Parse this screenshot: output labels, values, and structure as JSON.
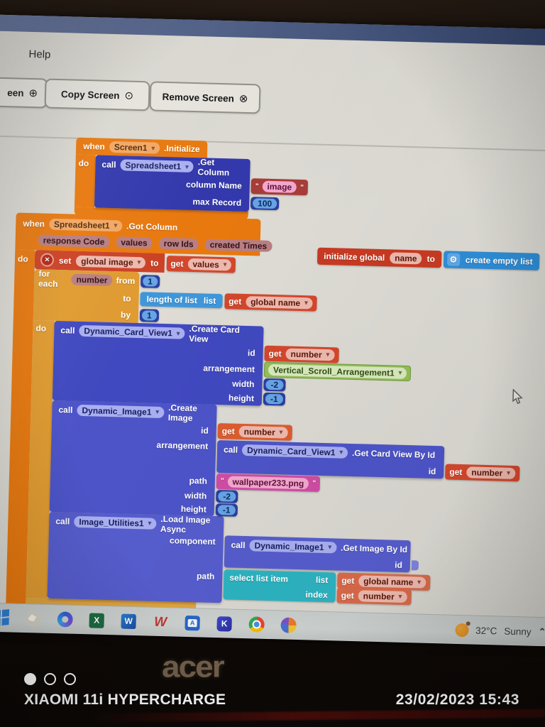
{
  "menubar": {
    "help": "Help"
  },
  "toolbar": {
    "screen_partial": {
      "label": "een",
      "icon": "⊕"
    },
    "copy": {
      "label": "Copy Screen",
      "icon": "⊙"
    },
    "remove": {
      "label": "Remove Screen",
      "icon": "⊗"
    }
  },
  "blocks": {
    "screen_init": {
      "kw_when": "when",
      "component": "Screen1",
      "event": ".Initialize",
      "kw_do": "do",
      "call": {
        "kw": "call",
        "component": "Spreadsheet1",
        "method": ".Get Column",
        "p1": "column Name",
        "p2": "max Record",
        "v1": {
          "q": "\"",
          "text": "image"
        },
        "v2": "100"
      }
    },
    "got_column": {
      "kw_when": "when",
      "component": "Spreadsheet1",
      "event": ".Got Column",
      "params": [
        "response Code",
        "values",
        "row Ids",
        "created Times"
      ],
      "kw_do": "do",
      "set": {
        "kw_set": "set",
        "variable": "global image",
        "kw_to": "to",
        "get_kw": "get",
        "get_var": "values"
      },
      "foreach": {
        "kw": "for each",
        "variable": "number",
        "kw_from": "from",
        "from_val": "1",
        "kw_to": "to",
        "kw_by": "by",
        "by_val": "1",
        "kw_do": "do",
        "length": {
          "label": "length of list",
          "list": "list"
        },
        "get_name": {
          "kw": "get",
          "variable": "global name"
        }
      },
      "card": {
        "kw": "call",
        "component": "Dynamic_Card_View1",
        "method": ".Create Card View",
        "p_id": "id",
        "p_arr": "arrangement",
        "p_w": "width",
        "p_h": "height",
        "id_get": {
          "kw": "get",
          "variable": "number"
        },
        "arr_comp": "Vertical_Scroll_Arrangement1",
        "w_val": "-2",
        "h_val": "-1"
      },
      "image": {
        "kw": "call",
        "component": "Dynamic_Image1",
        "method": ".Create Image",
        "p_id": "id",
        "p_arr": "arrangement",
        "p_path": "path",
        "p_w": "width",
        "p_h": "height",
        "id_get": {
          "kw": "get",
          "variable": "number"
        },
        "nested": {
          "kw": "call",
          "component": "Dynamic_Card_View1",
          "method": ".Get Card View By Id",
          "p_id": "id",
          "id_get": {
            "kw": "get",
            "variable": "number"
          }
        },
        "path_val": {
          "q": "\"",
          "text": "wallpaper233.png"
        },
        "w_val": "-2",
        "h_val": "-1"
      },
      "loader": {
        "kw": "call",
        "component": "Image_Utilities1",
        "method": ".Load Image Async",
        "p_component": "component",
        "p_path": "path",
        "nested": {
          "kw": "call",
          "component": "Dynamic_Image1",
          "method": ".Get Image By Id",
          "p_id": "id"
        },
        "select": {
          "label": "select list item",
          "p_list": "list",
          "p_index": "index",
          "list_get": {
            "kw": "get",
            "variable": "global name"
          },
          "index_get": {
            "kw": "get",
            "variable": "number"
          }
        }
      }
    },
    "init_global": {
      "kw": "initialize global",
      "variable": "name",
      "kw_to": "to",
      "value_label": "create empty list"
    }
  },
  "taskbar": {
    "icon_letters": {
      "excel": "X",
      "word": "W",
      "wps": "W",
      "scan": "A",
      "kapp": "K"
    },
    "weather_temp": "32°C",
    "weather_cond": "Sunny",
    "chevron": "⌃"
  },
  "bezel": {
    "brand": "acer"
  },
  "watermark": {
    "device": "XIAOMI 11i HYPERCHARGE",
    "datetime": "23/02/2023  15:43"
  },
  "colors": {
    "event_orange": "#e8790f",
    "foreach_amber": "#e09b31",
    "call_blue": "#3a40b8",
    "variable_red": "#d4472c",
    "list_blue": "#3f97da",
    "list_teal": "#2db3c1",
    "text_magenta": "#cf4da4",
    "component_green": "#94bf58",
    "titlebar_blue": "#49597f"
  }
}
